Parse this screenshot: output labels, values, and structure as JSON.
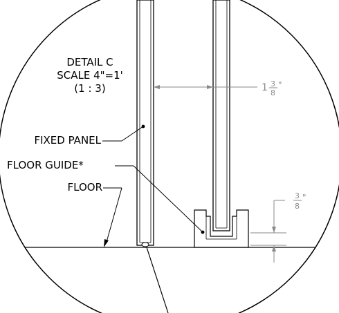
{
  "detail": {
    "title": "DETAIL C",
    "scale": "SCALE 4\"=1'",
    "ratio": "(1 : 3)"
  },
  "labels": {
    "fixed_panel": "FIXED PANEL",
    "floor_guide": "FLOOR GUIDE*",
    "floor": "FLOOR"
  },
  "dimensions": {
    "panel_spacing": {
      "whole": "1",
      "numerator": "3",
      "denominator": "8",
      "unit": "\""
    },
    "guide_height": {
      "numerator": "3",
      "denominator": "8",
      "unit": "\""
    }
  }
}
